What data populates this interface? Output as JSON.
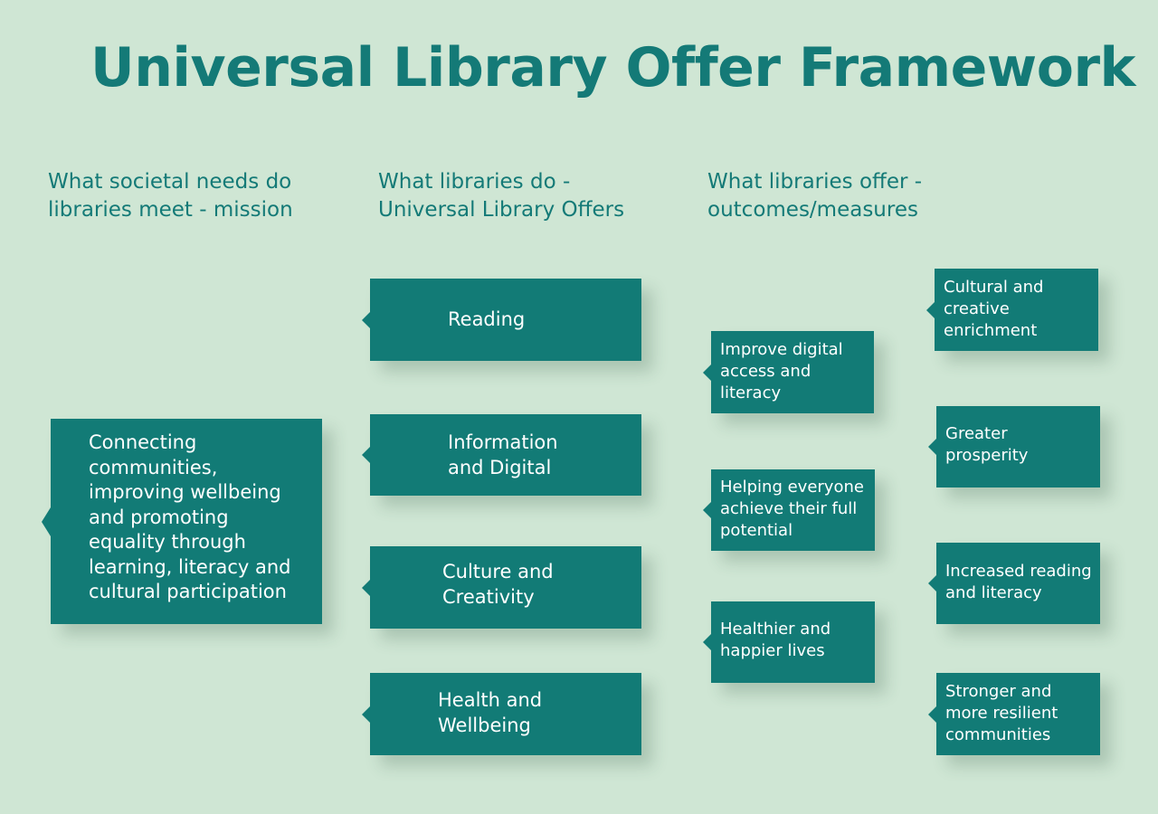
{
  "title": "Universal Library Offer Framework",
  "headings": {
    "mission": "What societal needs do\nlibraries meet - mission",
    "offers": "What libraries do -\nUniversal Library Offers",
    "outcomes": "What libraries offer -\noutcomes/measures"
  },
  "mission_text": "Connecting\ncommunities,\nimproving wellbeing\nand promoting\nequality through\nlearning, literacy and\ncultural participation",
  "offers": [
    "Reading",
    "Information\nand Digital",
    "Culture and\nCreativity",
    "Health and\nWellbeing"
  ],
  "outcomes_middle": [
    "Improve digital\naccess and\nliteracy",
    "Helping everyone\nachieve their full\npotential",
    "Healthier and\nhappier lives"
  ],
  "outcomes_right": [
    "Cultural and\ncreative\nenrichment",
    "Greater\nprosperity",
    "Increased reading\nand literacy",
    "Stronger and\nmore resilient\ncommunities"
  ],
  "colors": {
    "background": "#cfe6d4",
    "box": "#127b76",
    "text_accent": "#147a77"
  }
}
